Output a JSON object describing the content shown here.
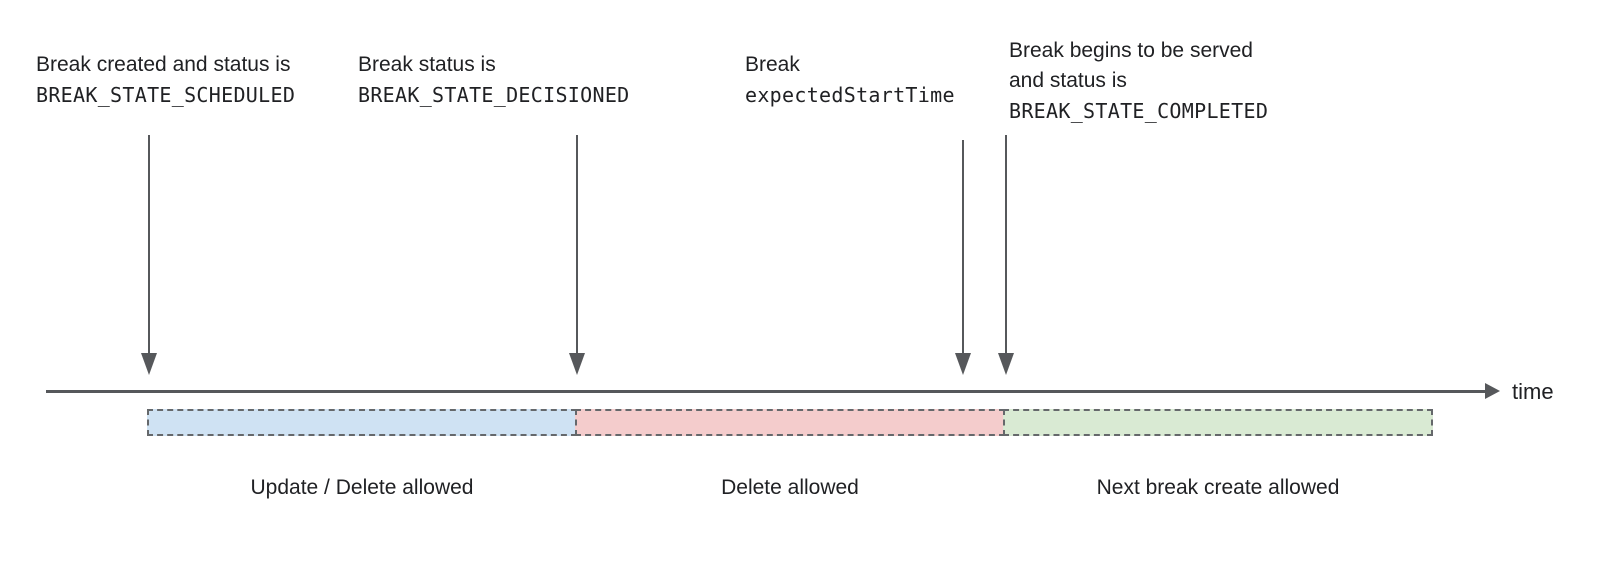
{
  "annotations": [
    {
      "line1": "Break created and status is",
      "code": "BREAK_STATE_SCHEDULED"
    },
    {
      "line1": "Break status is",
      "code": "BREAK_STATE_DECISIONED"
    },
    {
      "line1": "Break",
      "code": "expectedStartTime"
    },
    {
      "line1": "Break begins to be served",
      "line2": "and status is",
      "code": "BREAK_STATE_COMPLETED"
    }
  ],
  "timeline": {
    "axis_label": "time"
  },
  "segments": [
    {
      "label": "Update / Delete allowed",
      "fill": "#cfe2f3"
    },
    {
      "label": "Delete allowed",
      "fill": "#f4cccc"
    },
    {
      "label": "Next break create allowed",
      "fill": "#d9ead3"
    }
  ],
  "colors": {
    "line": "#56585b",
    "dashed_border": "#65686b",
    "text": "#202124"
  }
}
